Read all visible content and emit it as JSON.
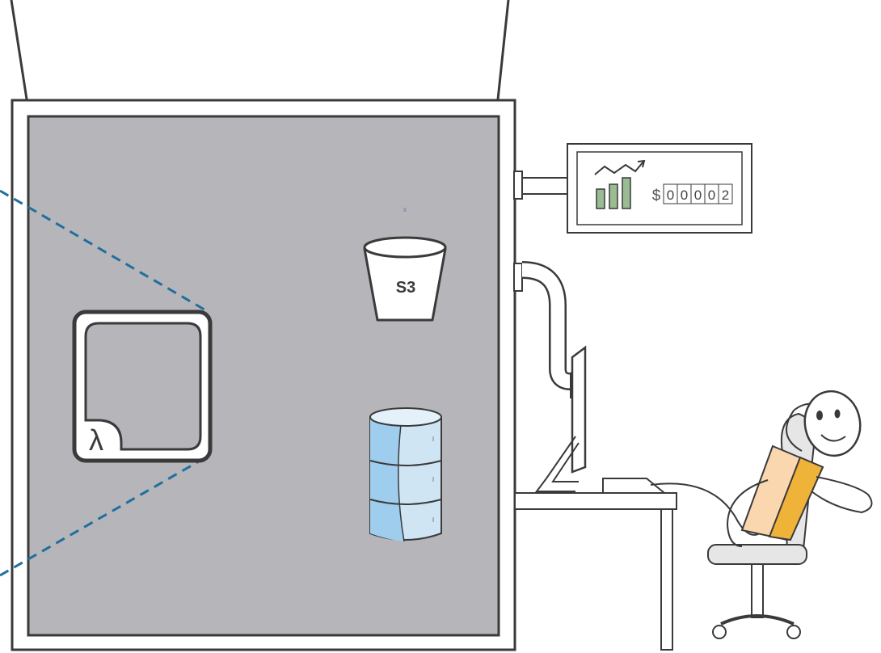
{
  "colors": {
    "background": "#ffffff",
    "outline": "#3a3a3a",
    "box_fill": "#b6b5ba",
    "bucket_fill": "#ffffff",
    "database_fill": "#cfe5f4",
    "database_shade": "#9fcdee",
    "dashed_line": "#1f6f9f",
    "chart_bars": "#9bbc92",
    "shirt_light": "#fbd7b0",
    "shirt_dark": "#f0b33a",
    "chair": "#e6e6e6"
  },
  "lambda": {
    "icon": "lambda-icon",
    "symbol": "λ"
  },
  "s3": {
    "icon": "bucket-icon",
    "label": "S3"
  },
  "database": {
    "icon": "database-icon"
  },
  "billing_display": {
    "icon": "trend-chart-icon",
    "currency": "$",
    "digits": [
      "0",
      "0",
      "0",
      "0",
      "2"
    ]
  },
  "person": {
    "icon": "relaxed-person-icon"
  }
}
